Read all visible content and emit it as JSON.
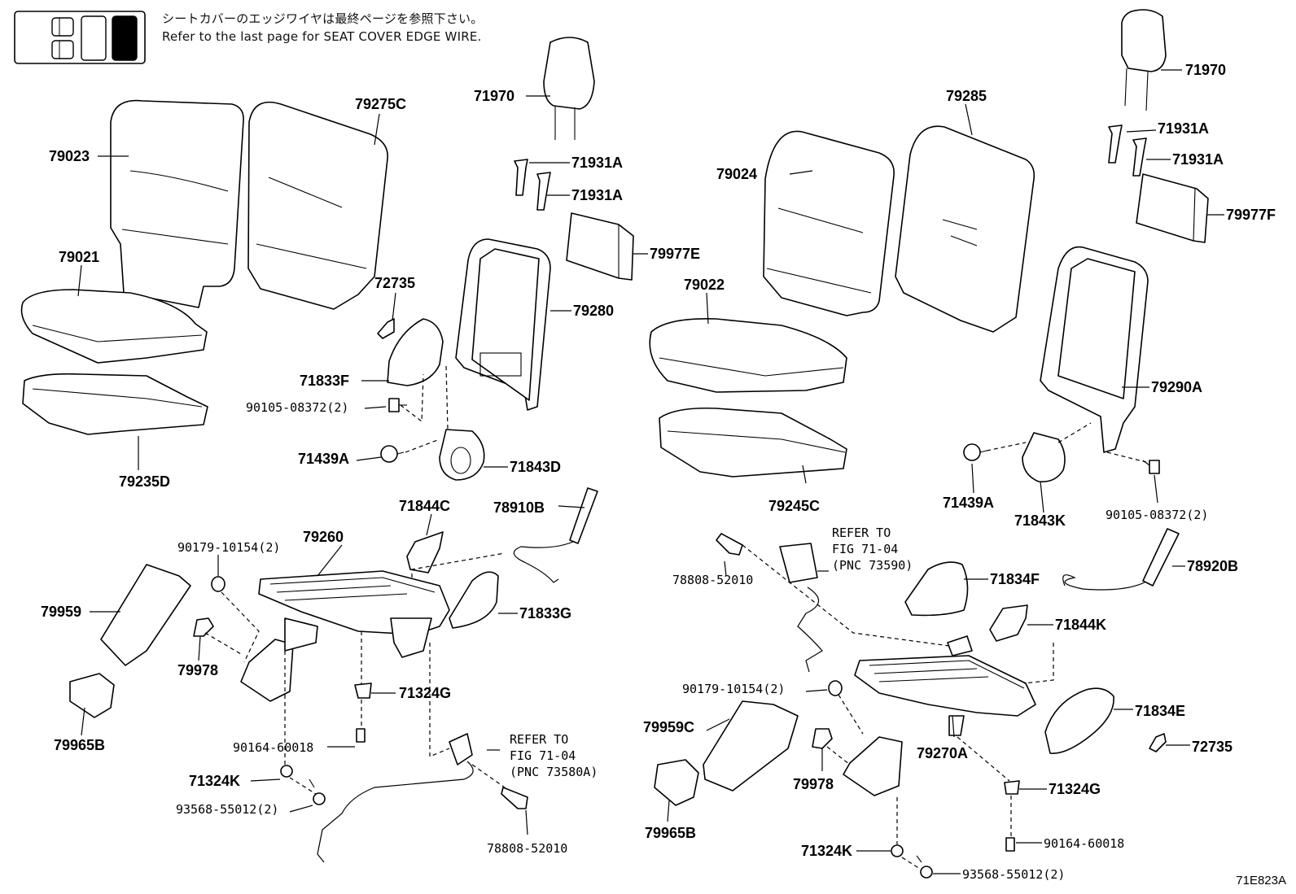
{
  "note": {
    "japanese": "シートカバーのエッジワイヤは最終ページを参照下さい。",
    "english": "Refer to the last page for SEAT COVER EDGE WIRE."
  },
  "drawing_id": "71E823A",
  "icon": "seat-layout-icon",
  "labels": {
    "l79023": "79023",
    "l79275c": "79275C",
    "l79021": "79021",
    "l79235d": "79235D",
    "l71970_left": "71970",
    "l71931a_1": "71931A",
    "l71931a_2": "71931A",
    "l79977e": "79977E",
    "l72735_left": "72735",
    "l79280": "79280",
    "l71833f": "71833F",
    "l90105_left": "90105-08372(2)",
    "l71439a_left": "71439A",
    "l71843d": "71843D",
    "l71844c": "71844C",
    "l78910b": "78910B",
    "l90179_left": "90179-10154(2)",
    "l79260": "79260",
    "l79959": "79959",
    "l71833g": "71833G",
    "l79978_left": "79978",
    "l71324g_left": "71324G",
    "l79965b_left": "79965B",
    "l90164_left": "90164-60018",
    "l71324k_left": "71324K",
    "l93568_left": "93568-55012(2)",
    "l78808_left": "78808-52010",
    "l79285": "79285",
    "l79024": "79024",
    "l79022": "79022",
    "l79245c": "79245C",
    "l71970_right": "71970",
    "l71931a_3": "71931A",
    "l71931a_4": "71931A",
    "l79977f": "79977F",
    "l79290a": "79290A",
    "l71439a_right": "71439A",
    "l71843k": "71843K",
    "l90105_right": "90105-08372(2)",
    "l78808_right": "78808-52010",
    "l78920b": "78920B",
    "l71834f": "71834F",
    "l71844k": "71844K",
    "l90179_right": "90179-10154(2)",
    "l79959c": "79959C",
    "l71834e": "71834E",
    "l72735_right": "72735",
    "l79978_right": "79978",
    "l79270a": "79270A",
    "l71324g_right": "71324G",
    "l79965b_right": "79965B",
    "l90164_right": "90164-60018",
    "l71324k_right": "71324K",
    "l93568_right": "93568-55012(2)"
  },
  "refs": {
    "left": [
      "REFER TO",
      "FIG 71-04",
      "(PNC 73580A)"
    ],
    "right": [
      "REFER TO",
      "FIG 71-04",
      "(PNC 73590)"
    ]
  }
}
